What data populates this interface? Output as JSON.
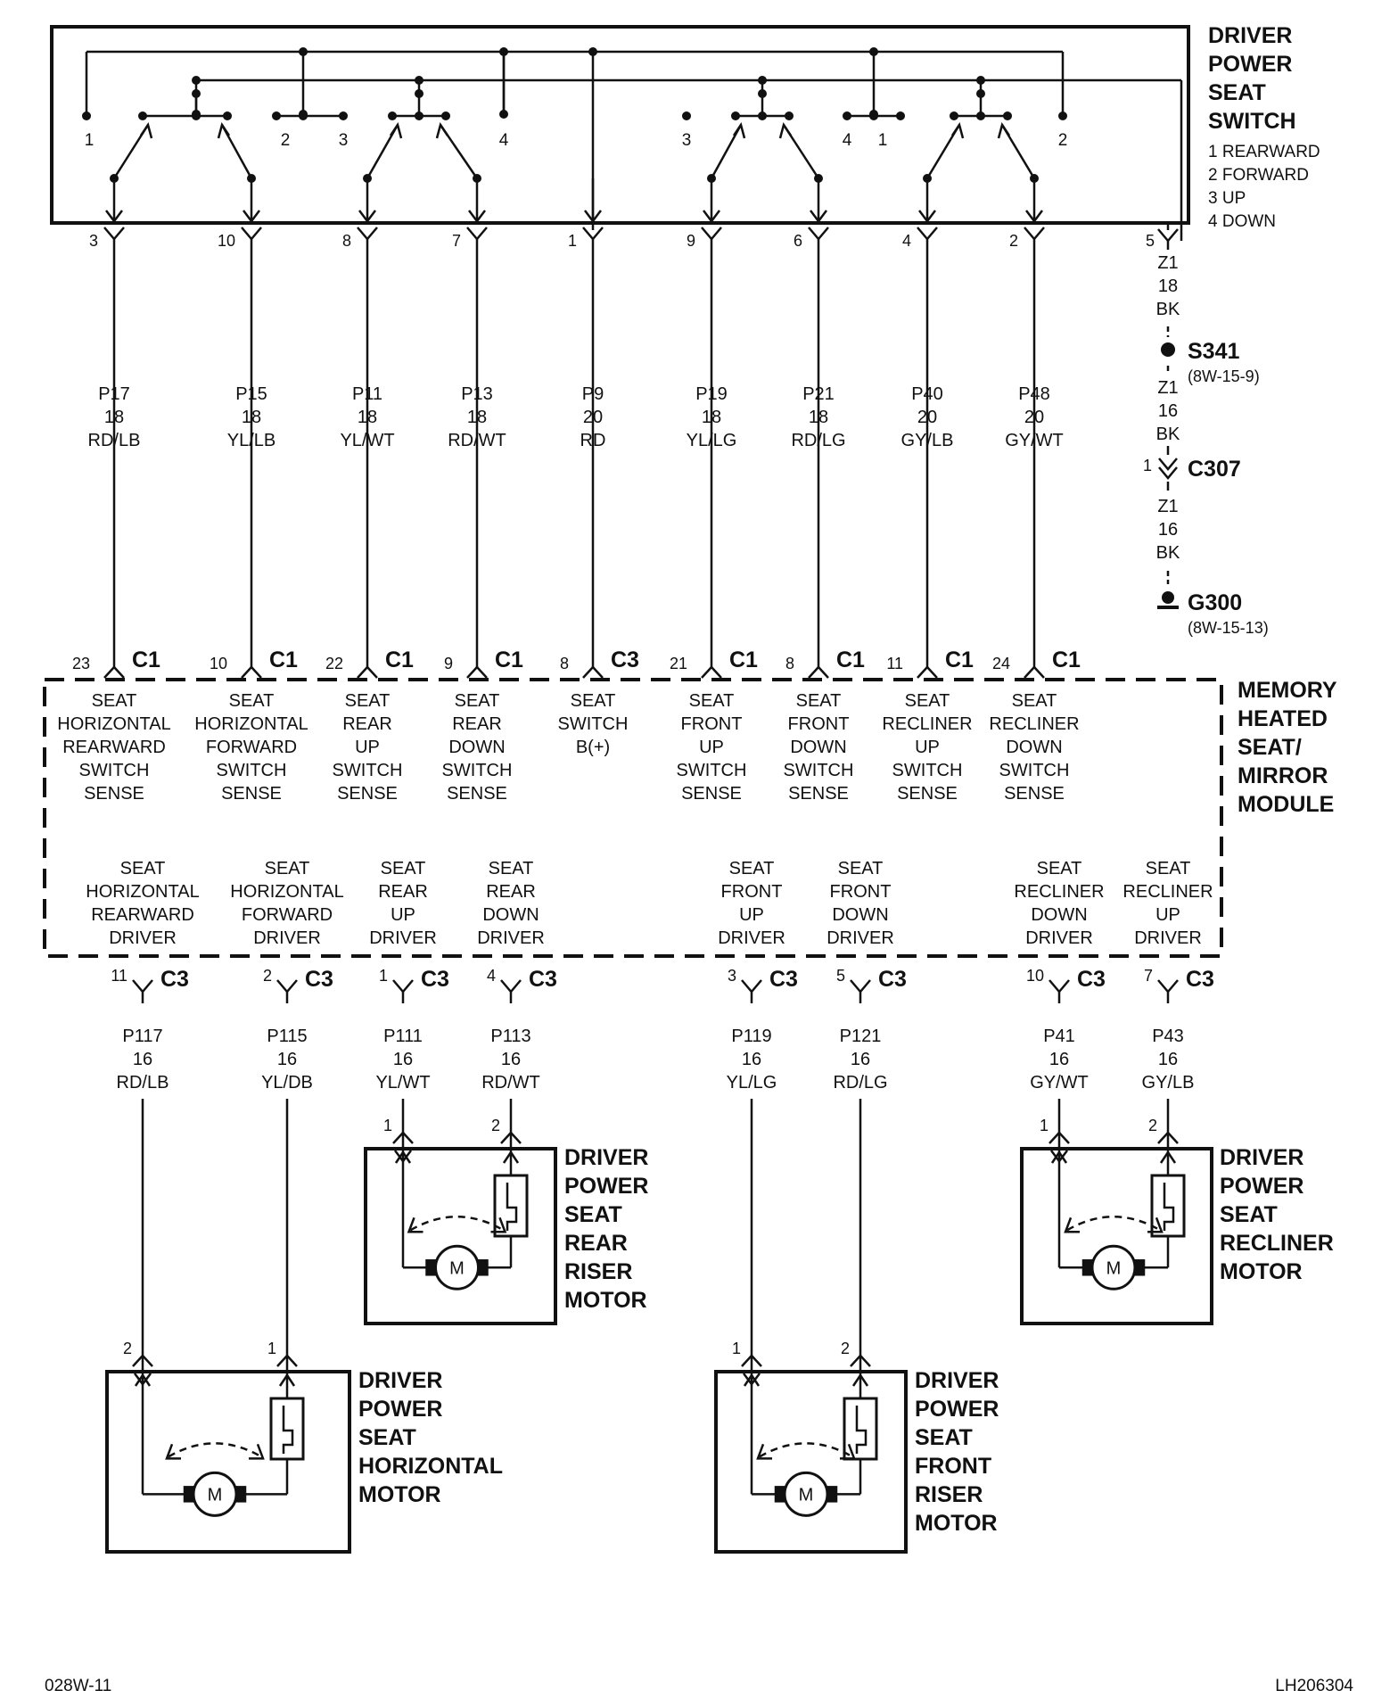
{
  "switch": {
    "title": [
      "DRIVER",
      "POWER",
      "SEAT",
      "SWITCH"
    ],
    "legend": [
      "1 REARWARD",
      "2 FORWARD",
      "3 UP",
      "4 DOWN"
    ],
    "contact_labels": [
      "1",
      "2",
      "3",
      "4",
      "3",
      "4",
      "1",
      "2"
    ]
  },
  "upper_circuits": [
    {
      "pin": "3",
      "wire": "P17",
      "gauge": "18",
      "color": "RD/LB",
      "mpin": "23",
      "mconn": "C1",
      "desc": [
        "SEAT",
        "HORIZONTAL",
        "REARWARD",
        "SWITCH",
        "SENSE"
      ]
    },
    {
      "pin": "10",
      "wire": "P15",
      "gauge": "18",
      "color": "YL/LB",
      "mpin": "10",
      "mconn": "C1",
      "desc": [
        "SEAT",
        "HORIZONTAL",
        "FORWARD",
        "SWITCH",
        "SENSE"
      ]
    },
    {
      "pin": "8",
      "wire": "P11",
      "gauge": "18",
      "color": "YL/WT",
      "mpin": "22",
      "mconn": "C1",
      "desc": [
        "SEAT",
        "REAR",
        "UP",
        "SWITCH",
        "SENSE"
      ]
    },
    {
      "pin": "7",
      "wire": "P13",
      "gauge": "18",
      "color": "RD/WT",
      "mpin": "9",
      "mconn": "C1",
      "desc": [
        "SEAT",
        "REAR",
        "DOWN",
        "SWITCH",
        "SENSE"
      ]
    },
    {
      "pin": "1",
      "wire": "P9",
      "gauge": "20",
      "color": "RD",
      "mpin": "8",
      "mconn": "C3",
      "desc": [
        "SEAT",
        "SWITCH",
        "B(+)"
      ]
    },
    {
      "pin": "9",
      "wire": "P19",
      "gauge": "18",
      "color": "YL/LG",
      "mpin": "21",
      "mconn": "C1",
      "desc": [
        "SEAT",
        "FRONT",
        "UP",
        "SWITCH",
        "SENSE"
      ]
    },
    {
      "pin": "6",
      "wire": "P21",
      "gauge": "18",
      "color": "RD/LG",
      "mpin": "8",
      "mconn": "C1",
      "desc": [
        "SEAT",
        "FRONT",
        "DOWN",
        "SWITCH",
        "SENSE"
      ]
    },
    {
      "pin": "4",
      "wire": "P40",
      "gauge": "20",
      "color": "GY/LB",
      "mpin": "11",
      "mconn": "C1",
      "desc": [
        "SEAT",
        "RECLINER",
        "UP",
        "SWITCH",
        "SENSE"
      ]
    },
    {
      "pin": "2",
      "wire": "P48",
      "gauge": "20",
      "color": "GY/WT",
      "mpin": "24",
      "mconn": "C1",
      "desc": [
        "SEAT",
        "RECLINER",
        "DOWN",
        "SWITCH",
        "SENSE"
      ]
    }
  ],
  "ground": {
    "pin": "5",
    "wire": "Z1",
    "gauge1": "18",
    "color": "BK",
    "splice": "S341",
    "splice_ref": "(8W-15-9)",
    "gauge2": "16",
    "conn_pin": "1",
    "connector": "C307",
    "ground": "G300",
    "ground_ref": "(8W-15-13)"
  },
  "module": {
    "title": [
      "MEMORY",
      "HEATED",
      "SEAT/",
      "MIRROR",
      "MODULE"
    ]
  },
  "lower_circuits": [
    {
      "desc": [
        "SEAT",
        "HORIZONTAL",
        "REARWARD",
        "DRIVER"
      ],
      "pin": "11",
      "conn": "C3",
      "wire": "P117",
      "gauge": "16",
      "color": "RD/LB"
    },
    {
      "desc": [
        "SEAT",
        "HORIZONTAL",
        "FORWARD",
        "DRIVER"
      ],
      "pin": "2",
      "conn": "C3",
      "wire": "P115",
      "gauge": "16",
      "color": "YL/DB"
    },
    {
      "desc": [
        "SEAT",
        "REAR",
        "UP",
        "DRIVER"
      ],
      "pin": "1",
      "conn": "C3",
      "wire": "P111",
      "gauge": "16",
      "color": "YL/WT"
    },
    {
      "desc": [
        "SEAT",
        "REAR",
        "DOWN",
        "DRIVER"
      ],
      "pin": "4",
      "conn": "C3",
      "wire": "P113",
      "gauge": "16",
      "color": "RD/WT"
    },
    {
      "desc": [
        "SEAT",
        "FRONT",
        "UP",
        "DRIVER"
      ],
      "pin": "3",
      "conn": "C3",
      "wire": "P119",
      "gauge": "16",
      "color": "YL/LG"
    },
    {
      "desc": [
        "SEAT",
        "FRONT",
        "DOWN",
        "DRIVER"
      ],
      "pin": "5",
      "conn": "C3",
      "wire": "P121",
      "gauge": "16",
      "color": "RD/LG"
    },
    {
      "desc": [
        "SEAT",
        "RECLINER",
        "DOWN",
        "DRIVER"
      ],
      "pin": "10",
      "conn": "C3",
      "wire": "P41",
      "gauge": "16",
      "color": "GY/WT"
    },
    {
      "desc": [
        "SEAT",
        "RECLINER",
        "UP",
        "DRIVER"
      ],
      "pin": "7",
      "conn": "C3",
      "wire": "P43",
      "gauge": "16",
      "color": "GY/LB"
    }
  ],
  "motors": [
    {
      "title": [
        "DRIVER",
        "POWER",
        "SEAT",
        "REAR",
        "RISER",
        "MOTOR"
      ],
      "pin_left": "1",
      "pin_right": "2",
      "symbol": "M"
    },
    {
      "title": [
        "DRIVER",
        "POWER",
        "SEAT",
        "RECLINER",
        "MOTOR"
      ],
      "pin_left": "1",
      "pin_right": "2",
      "symbol": "M"
    },
    {
      "title": [
        "DRIVER",
        "POWER",
        "SEAT",
        "HORIZONTAL",
        "MOTOR"
      ],
      "pin_left": "2",
      "pin_right": "1",
      "symbol": "M"
    },
    {
      "title": [
        "DRIVER",
        "POWER",
        "SEAT",
        "FRONT",
        "RISER",
        "MOTOR"
      ],
      "pin_left": "1",
      "pin_right": "2",
      "symbol": "M"
    }
  ],
  "footer": {
    "left": "028W-11",
    "right": "LH206304"
  }
}
